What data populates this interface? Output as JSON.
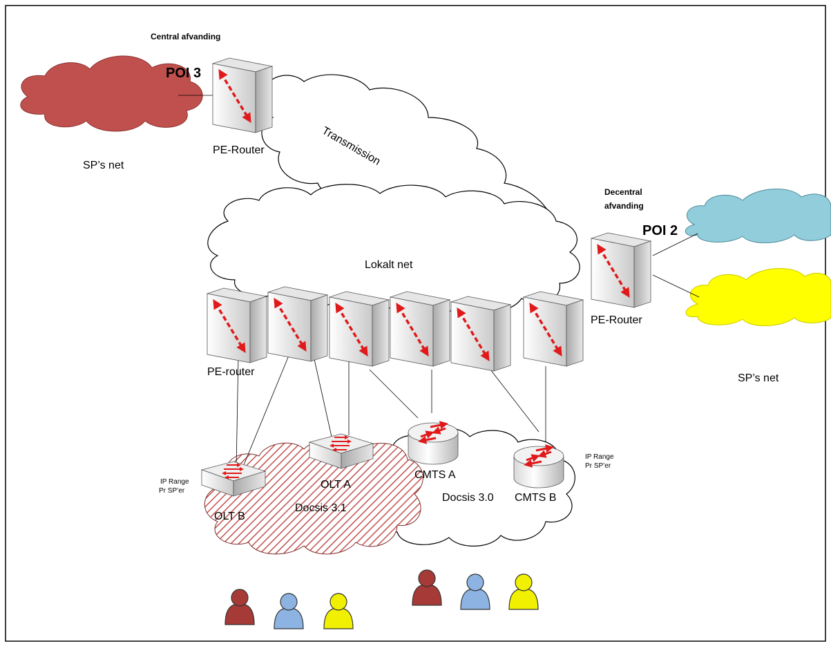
{
  "labels": {
    "central_afvanding": "Central afvanding",
    "poi3": "POI 3",
    "pe_router_top": "PE-Router",
    "sp_net_left": "SP’s net",
    "transmission": "Transmission",
    "decentral_line1": "Decentral",
    "decentral_line2": "afvanding",
    "poi2": "POI 2",
    "pe_router_right": "PE-Router",
    "sp_net_right": "SP’s net",
    "lokalt_net": "Lokalt net",
    "pe_router_bottom": "PE-router",
    "olt_a": "OLT A",
    "olt_b": "OLT B",
    "docsis31": "Docsis 3.1",
    "docsis30": "Docsis 3.0",
    "cmts_a": "CMTS A",
    "cmts_b": "CMTS B",
    "ip_range_left_1": "IP Range",
    "ip_range_left_2": "Pr SP’er",
    "ip_range_right_1": "IP Range",
    "ip_range_right_2": "Pr SP’er"
  },
  "colors": {
    "sp_red": "#c0504d",
    "sp_blue": "#92cddc",
    "sp_yellow": "#ffff00",
    "arrow_red": "#e0191a",
    "user_red": "#a63a37",
    "user_blue": "#8db3e2",
    "user_yellow": "#f0f000"
  }
}
